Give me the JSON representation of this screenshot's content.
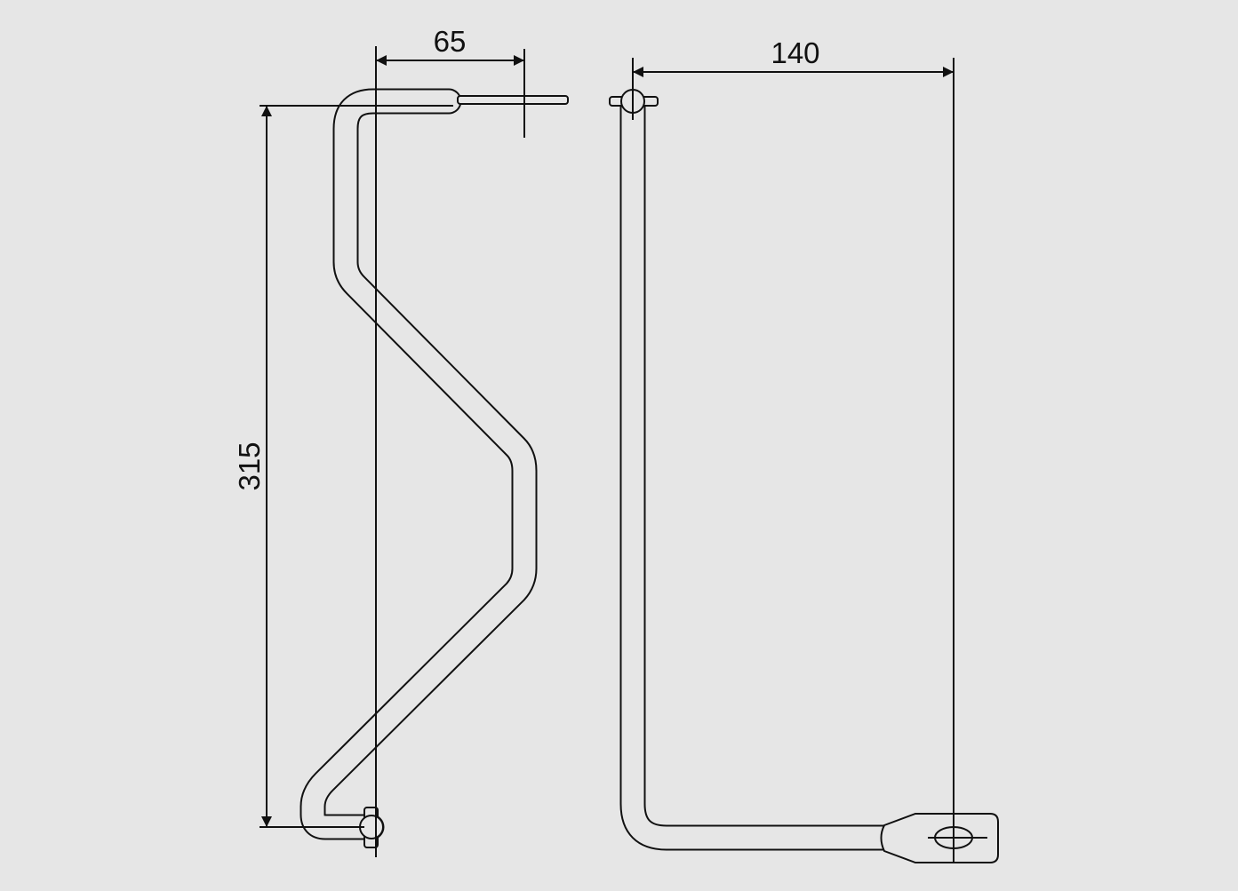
{
  "dimensions": {
    "side_offset": "65",
    "side_height": "315",
    "front_width": "140"
  },
  "colors": {
    "background": "#e6e6e6",
    "line": "#111111",
    "part_fill": "#e6e6e6"
  }
}
